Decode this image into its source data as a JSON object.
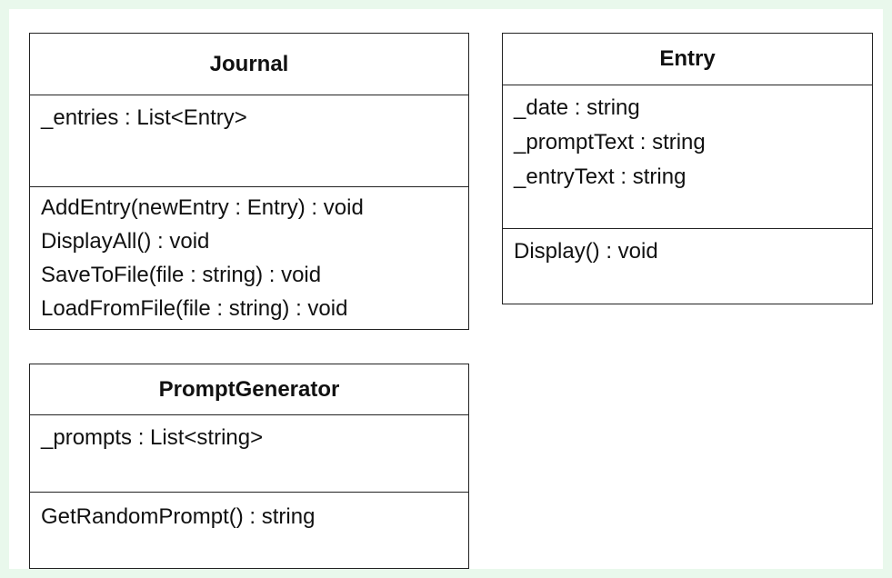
{
  "classes": {
    "journal": {
      "name": "Journal",
      "attributes": [
        "_entries : List<Entry>"
      ],
      "operations": [
        "AddEntry(newEntry : Entry) : void",
        "DisplayAll() : void",
        "SaveToFile(file : string) : void",
        "LoadFromFile(file : string) : void"
      ]
    },
    "entry": {
      "name": "Entry",
      "attributes": [
        "_date : string",
        "_promptText : string",
        "_entryText : string"
      ],
      "operations": [
        "Display() : void"
      ]
    },
    "prompt_generator": {
      "name": "PromptGenerator",
      "attributes": [
        "_prompts : List<string>"
      ],
      "operations": [
        "GetRandomPrompt() : string"
      ]
    }
  },
  "colors": {
    "page_background": "#e9f8ec",
    "canvas_background": "#ffffff",
    "border": "#222222",
    "text": "#111111"
  }
}
